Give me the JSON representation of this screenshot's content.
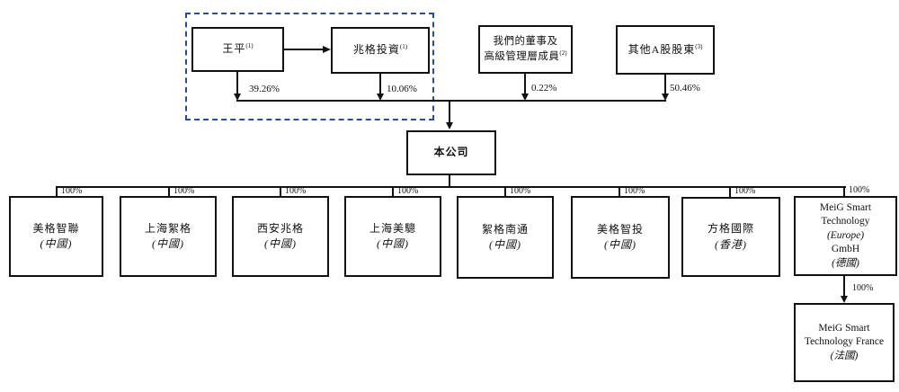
{
  "top_group": {
    "founder": {
      "name": "王平",
      "sup": "(1)",
      "pct": "39.26%"
    },
    "investment": {
      "name": "兆格投資",
      "sup": "(1)",
      "pct": "10.06%"
    }
  },
  "directors": {
    "line1": "我們的董事及",
    "line2": "高級管理層成員",
    "sup": "(2)",
    "pct": "0.22%"
  },
  "other_shareholders": {
    "name": "其他A股股東",
    "sup": "(3)",
    "pct": "50.46%"
  },
  "company": {
    "name": "本公司"
  },
  "subsidiaries": [
    {
      "name": "美格智聯",
      "jurisdiction": "(中國)",
      "pct": "100%"
    },
    {
      "name": "上海絮格",
      "jurisdiction": "(中國)",
      "pct": "100%"
    },
    {
      "name": "西安兆格",
      "jurisdiction": "(中國)",
      "pct": "100%"
    },
    {
      "name": "上海美驄",
      "jurisdiction": "(中國)",
      "pct": "100%"
    },
    {
      "name": "絮格南通",
      "jurisdiction": "(中國)",
      "pct": "100%"
    },
    {
      "name": "美格智投",
      "jurisdiction": "(中國)",
      "pct": "100%"
    },
    {
      "name": "方格國際",
      "jurisdiction": "(香港)",
      "pct": "100%"
    },
    {
      "line1": "MeiG Smart",
      "line2": "Technology",
      "line3": "(Europe)",
      "line4": "GmbH",
      "jurisdiction": "(德國)",
      "pct": "100%"
    }
  ],
  "france_subsidiary": {
    "line1": "MeiG Smart",
    "line2": "Technology France",
    "jurisdiction": "(法國)",
    "pct": "100%"
  },
  "colors": {
    "line": "#111111",
    "dashed_outline": "#2a4a9e",
    "background": "#ffffff"
  }
}
